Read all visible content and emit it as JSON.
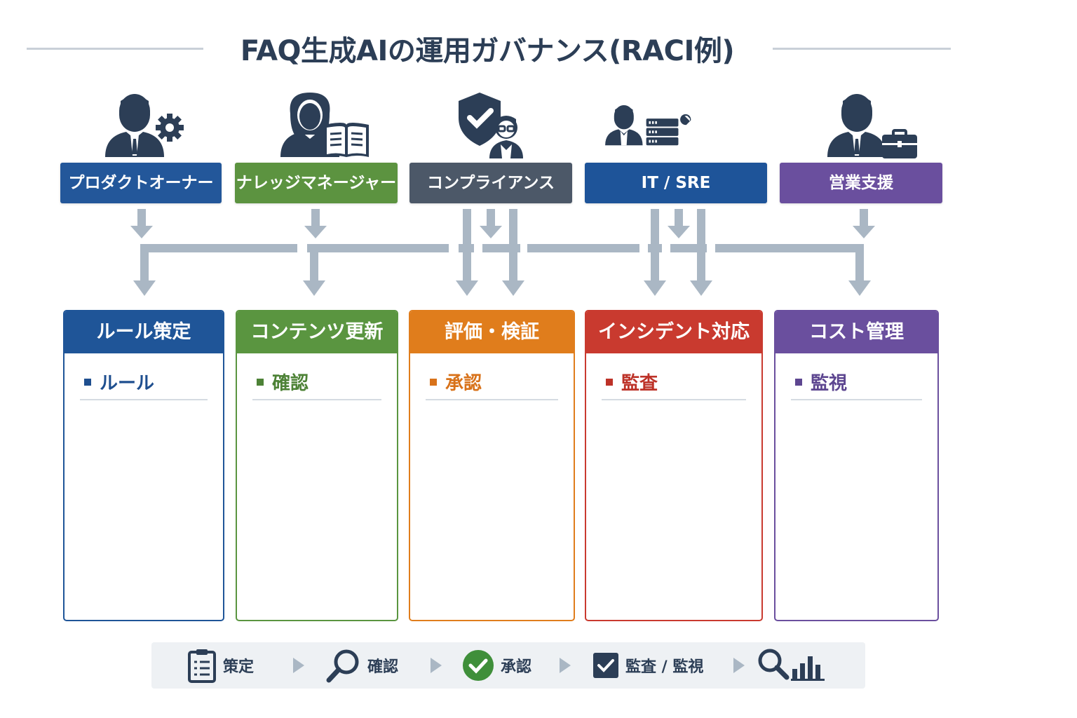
{
  "title": "FAQ生成AIの運用ガバナンス(RACI例)",
  "roles": [
    {
      "label": "プロダクトオーナー",
      "icon": "person-gear-icon",
      "color": "#23579a"
    },
    {
      "label": "ナレッジマネージャー",
      "icon": "person-book-icon",
      "color": "#5c9340"
    },
    {
      "label": "コンプライアンス",
      "icon": "shield-person-icon",
      "color": "#4c5868"
    },
    {
      "label": "IT / SRE",
      "icon": "person-server-icon",
      "color": "#1e5499"
    },
    {
      "label": "営業支援",
      "icon": "person-briefcase-icon",
      "color": "#6a4f9e"
    }
  ],
  "tasks": [
    {
      "title": "ルール策定",
      "item": "ルール",
      "color": "#1f5598",
      "text_color": "#1f4f8f"
    },
    {
      "title": "コンテンツ更新",
      "item": "確認",
      "color": "#5a9540",
      "text_color": "#4d8236"
    },
    {
      "title": "評価・検証",
      "item": "承認",
      "color": "#e07d1c",
      "text_color": "#d8721a"
    },
    {
      "title": "インシデント対応",
      "item": "監査",
      "color": "#c93a2f",
      "text_color": "#bd3228"
    },
    {
      "title": "コスト管理",
      "item": "監視",
      "color": "#6a4f9e",
      "text_color": "#5d4690"
    }
  ],
  "legend": [
    {
      "label": "策定",
      "icon": "clipboard-checklist-icon"
    },
    {
      "label": "確認",
      "icon": "magnifier-icon"
    },
    {
      "label": "承認",
      "icon": "check-circle-icon"
    },
    {
      "label": "監査 / 監視",
      "icon": "checkbox-icon"
    },
    {
      "label": "",
      "icon": "magnifier-bar-chart-icon"
    }
  ],
  "colors": {
    "connector": "#aab7c4",
    "legend_bg": "#eef1f4",
    "icon_dark": "#2c3e56"
  }
}
